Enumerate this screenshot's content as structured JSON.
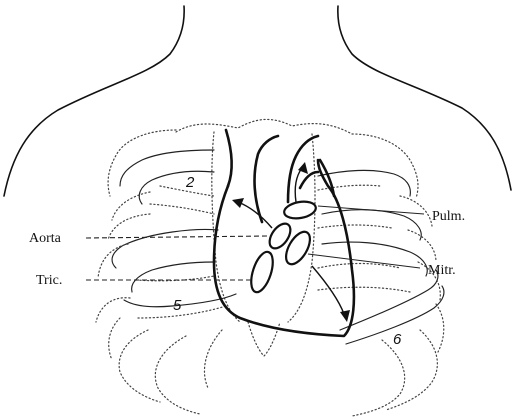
{
  "labels": {
    "aorta": "Aorta",
    "tricuspid": "Tric.",
    "pulmonary": "Pulm.",
    "mitral": "Mitr."
  },
  "rib_numbers": {
    "rib2": "2",
    "rib5": "5",
    "rib6": "6"
  }
}
